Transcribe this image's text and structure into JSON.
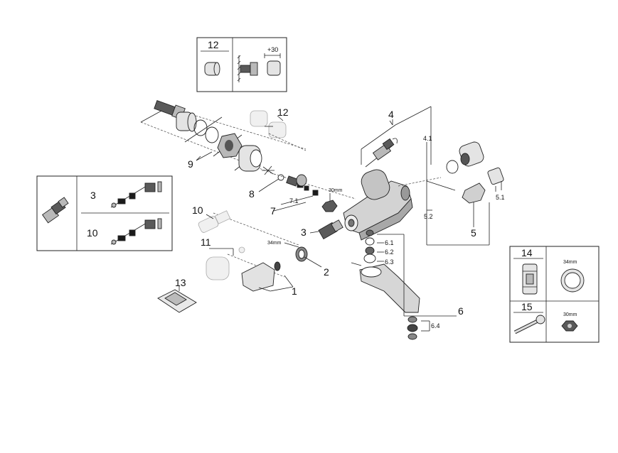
{
  "callouts": {
    "c1": "1",
    "c2": "2",
    "c3": "3",
    "c4": "4",
    "c4_1": "4.1",
    "c5": "5",
    "c5_1": "5.1",
    "c5_2": "5.2",
    "c6": "6",
    "c6_1": "6.1",
    "c6_2": "6.2",
    "c6_3": "6.3",
    "c6_4": "6.4",
    "c7": "7",
    "c7_1": "7.1",
    "c8": "8",
    "c9": "9",
    "c10": "10",
    "c11": "11",
    "c12": "12",
    "c13": "13"
  },
  "dims": {
    "d34": "34mm",
    "d30": "30mm"
  },
  "box12": {
    "num": "12",
    "dim": "+30"
  },
  "box_left": {
    "num_top": "3",
    "num_bottom": "10"
  },
  "box_right": {
    "num14": "14",
    "num15": "15",
    "dim34": "34mm",
    "dim30": "30mm"
  }
}
